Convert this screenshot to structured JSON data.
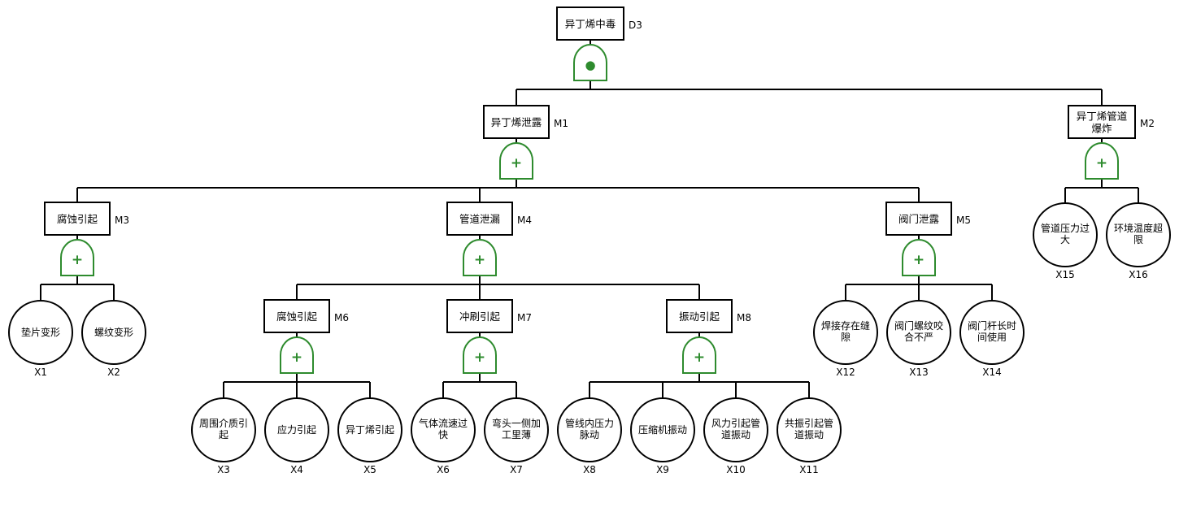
{
  "colors": {
    "gate": "#2e8b2e",
    "line": "#000000",
    "fill": "#ffffff"
  },
  "events": [
    {
      "id": "D3",
      "text": [
        "异丁烯中毒"
      ]
    },
    {
      "id": "M1",
      "text": [
        "异丁烯泄露"
      ]
    },
    {
      "id": "M2",
      "text": [
        "异丁烯管道",
        "爆炸"
      ]
    },
    {
      "id": "M3",
      "text": [
        "腐蚀引起"
      ]
    },
    {
      "id": "M4",
      "text": [
        "管道泄漏"
      ]
    },
    {
      "id": "M5",
      "text": [
        "阀门泄露"
      ]
    },
    {
      "id": "M6",
      "text": [
        "腐蚀引起"
      ]
    },
    {
      "id": "M7",
      "text": [
        "冲刷引起"
      ]
    },
    {
      "id": "M8",
      "text": [
        "振动引起"
      ]
    }
  ],
  "basic_events": [
    {
      "id": "X1",
      "text": [
        "垫片变形"
      ]
    },
    {
      "id": "X2",
      "text": [
        "螺纹变形"
      ]
    },
    {
      "id": "X3",
      "text": [
        "周围介质引",
        "起"
      ]
    },
    {
      "id": "X4",
      "text": [
        "应力引起"
      ]
    },
    {
      "id": "X5",
      "text": [
        "异丁烯引起"
      ]
    },
    {
      "id": "X6",
      "text": [
        "气体流速过",
        "快"
      ]
    },
    {
      "id": "X7",
      "text": [
        "弯头一侧加",
        "工里薄"
      ]
    },
    {
      "id": "X8",
      "text": [
        "管线内压力",
        "脉动"
      ]
    },
    {
      "id": "X9",
      "text": [
        "压缩机振动"
      ]
    },
    {
      "id": "X10",
      "text": [
        "风力引起管",
        "道振动"
      ]
    },
    {
      "id": "X11",
      "text": [
        "共振引起管",
        "道振动"
      ]
    },
    {
      "id": "X12",
      "text": [
        "焊接存在缝",
        "隙"
      ]
    },
    {
      "id": "X13",
      "text": [
        "阀门螺纹咬",
        "合不严"
      ]
    },
    {
      "id": "X14",
      "text": [
        "阀门杆长时",
        "间使用"
      ]
    },
    {
      "id": "X15",
      "text": [
        "管道压力过",
        "大"
      ]
    },
    {
      "id": "X16",
      "text": [
        "环境温度超",
        "限"
      ]
    }
  ],
  "gates": [
    {
      "output": "D3",
      "type": "AND",
      "symbol": "●",
      "inputs": [
        "M1",
        "M2"
      ]
    },
    {
      "output": "M1",
      "type": "OR",
      "symbol": "+",
      "inputs": [
        "M3",
        "M4",
        "M5"
      ]
    },
    {
      "output": "M2",
      "type": "OR",
      "symbol": "+",
      "inputs": [
        "X15",
        "X16"
      ]
    },
    {
      "output": "M3",
      "type": "OR",
      "symbol": "+",
      "inputs": [
        "X1",
        "X2"
      ]
    },
    {
      "output": "M4",
      "type": "OR",
      "symbol": "+",
      "inputs": [
        "M6",
        "M7",
        "M8"
      ]
    },
    {
      "output": "M5",
      "type": "OR",
      "symbol": "+",
      "inputs": [
        "X12",
        "X13",
        "X14"
      ]
    },
    {
      "output": "M6",
      "type": "OR",
      "symbol": "+",
      "inputs": [
        "X3",
        "X4",
        "X5"
      ]
    },
    {
      "output": "M7",
      "type": "OR",
      "symbol": "+",
      "inputs": [
        "X6",
        "X7"
      ]
    },
    {
      "output": "M8",
      "type": "OR",
      "symbol": "+",
      "inputs": [
        "X8",
        "X9",
        "X10",
        "X11"
      ]
    }
  ]
}
